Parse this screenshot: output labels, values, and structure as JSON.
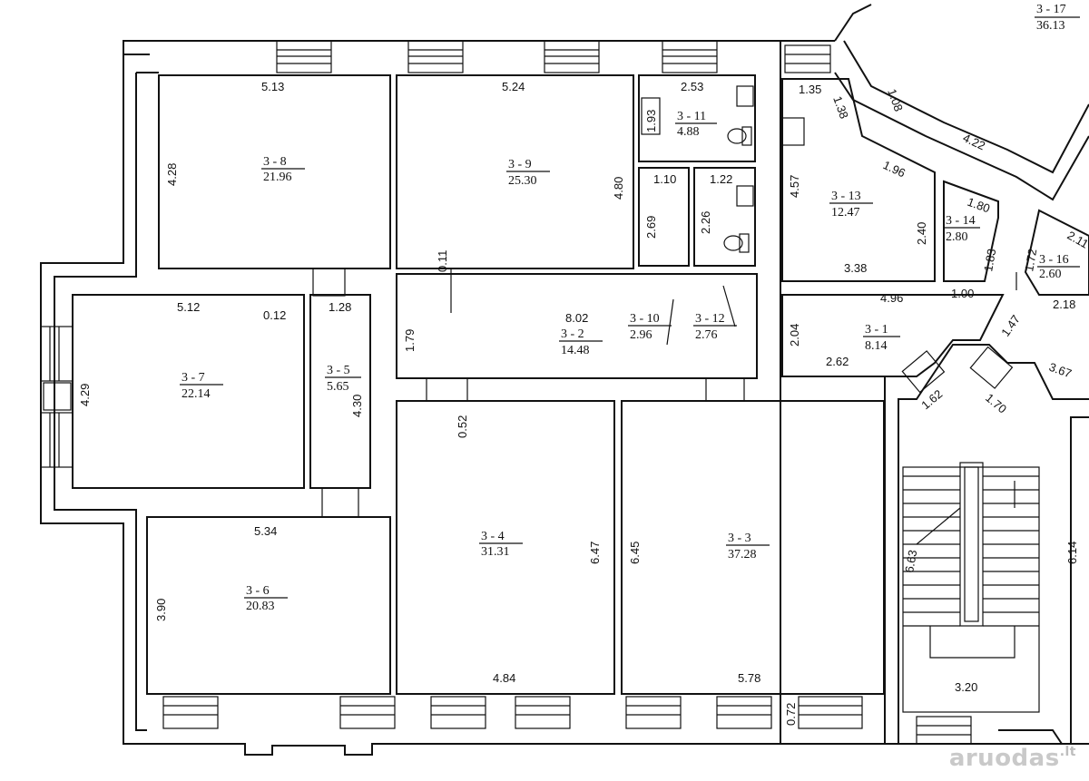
{
  "rooms": [
    {
      "id": "3 - 17",
      "area": "36.13"
    },
    {
      "id": "3 - 8",
      "area": "21.96"
    },
    {
      "id": "3 - 9",
      "area": "25.30"
    },
    {
      "id": "3 - 11",
      "area": "4.88"
    },
    {
      "id": "3 - 13",
      "area": "12.47"
    },
    {
      "id": "3 - 14",
      "area": "2.80"
    },
    {
      "id": "3 - 16",
      "area": "2.60"
    },
    {
      "id": "3 - 7",
      "area": "22.14"
    },
    {
      "id": "3 - 5",
      "area": "5.65"
    },
    {
      "id": "3 - 2",
      "area": "14.48"
    },
    {
      "id": "3 - 10",
      "area": "2.96"
    },
    {
      "id": "3 - 12",
      "area": "2.76"
    },
    {
      "id": "3 - 1",
      "area": "8.14"
    },
    {
      "id": "3 - 4",
      "area": "31.31"
    },
    {
      "id": "3 - 3",
      "area": "37.28"
    },
    {
      "id": "3 - 6",
      "area": "20.83"
    }
  ],
  "dims": {
    "d_5_13": "5.13",
    "d_5_24": "5.24",
    "d_2_53": "2.53",
    "d_1_35": "1.35",
    "d_1_08": "1.08",
    "d_1_38": "1.38",
    "d_4_22": "4.22",
    "d_1_93": "1.93",
    "d_4_28": "4.28",
    "d_4_80": "4.80",
    "d_1_10": "1.10",
    "d_1_22": "1.22",
    "d_1_96": "1.96",
    "d_4_57": "4.57",
    "d_1_80": "1.80",
    "d_2_69": "2.69",
    "d_2_26": "2.26",
    "d_2_40": "2.40",
    "d_1_83": "1.83",
    "d_1_72": "1.72",
    "d_2_11": "2.11",
    "d_0_11": "0.11",
    "d_3_38": "3.38",
    "d_1_00": "1.00",
    "d_8_02": "8.02",
    "d_4_96": "4.96",
    "d_2_18": "2.18",
    "d_5_12": "5.12",
    "d_0_12": "0.12",
    "d_1_28": "1.28",
    "d_1_79": "1.79",
    "d_2_04": "2.04",
    "d_1_47": "1.47",
    "d_2_62": "2.62",
    "d_3_67": "3.67",
    "d_4_29": "4.29",
    "d_4_30": "4.30",
    "d_1_62": "1.62",
    "d_1_70": "1.70",
    "d_0_52": "0.52",
    "d_5_34": "5.34",
    "d_6_47": "6.47",
    "d_6_45": "6.45",
    "d_6_63": "6.63",
    "d_6_14": "6.14",
    "d_3_90": "3.90",
    "d_4_84": "4.84",
    "d_5_78": "5.78",
    "d_3_20": "3.20",
    "d_0_72": "0.72"
  },
  "watermark": {
    "name": "aruodas",
    "tld": ".lt"
  }
}
